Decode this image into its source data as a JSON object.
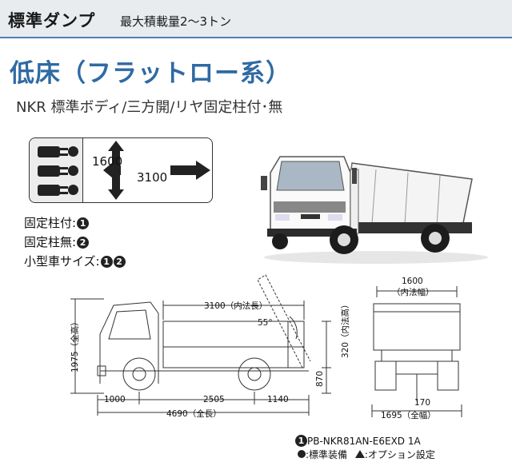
{
  "header": {
    "title": "標準ダンプ",
    "subtitle": "最大積載量2～3トン"
  },
  "main_title": "低床（フラットロー系）",
  "model_line": "NKR 標準ボディ/三方開/リヤ固定柱付･無",
  "spec_box": {
    "height_value": "1600",
    "length_value": "3100"
  },
  "legend": {
    "fixed_pillar_with": "固定柱付:",
    "fixed_pillar_with_badge": "1",
    "fixed_pillar_without": "固定柱無:",
    "fixed_pillar_without_badge": "2",
    "small_vehicle_size": "小型車サイズ:",
    "small_badge_1": "1",
    "small_badge_2": "2"
  },
  "side_view": {
    "inner_length": "3100（内法長）",
    "tilt_angle": "55°",
    "overall_height": "1975（全高）",
    "dim_1000": "1000",
    "dim_2505": "2505",
    "dim_1140": "1140",
    "overall_length": "4690（全長）",
    "dim_870": "870",
    "dim_320": "320（内法高）"
  },
  "rear_view": {
    "inner_width_value": "1600",
    "inner_width_label": "（内法幅）",
    "dim_170": "170",
    "overall_width": "1695（全幅）"
  },
  "footer": {
    "model_badge": "1",
    "model_code": "PB-NKR81AN-E6EXD 1A",
    "standard_label": ":標準装備",
    "option_label": ":オプション設定"
  }
}
